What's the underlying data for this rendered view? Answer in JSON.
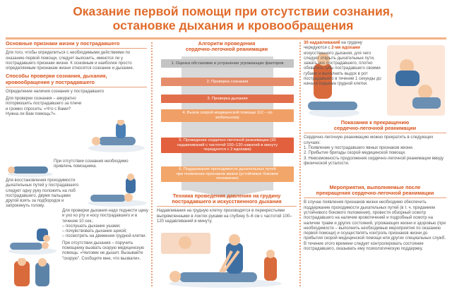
{
  "header": {
    "title_line1": "Оказание первой помощи при отсутствии сознания,",
    "title_line2": "остановке дыхания и кровообращения"
  },
  "col1": {
    "s1_title": "Основные признаки жизни у пострадавшего",
    "s1_text": "Для того, чтобы определиться с необходимыми действиями по оказанию первой помощи, следует выяснить, имеются ли у пострадавшего признаки жизни. К основным и наиболее просто определяемым признакам жизни относятся сознание и дыхание.",
    "s2_title": "Способы проверки сознания, дыхания, кровообращения у пострадавшего",
    "s2_sub": "Определение наличия сознания у пострадавшего",
    "s2_text": "Для проверки сознания – аккуратно потормошить пострадавшего за плечи и громко спросить: «Что с Вами? Нужна ли Вам помощь?».",
    "s2_note": "При отсутствии сознания необходимо привлечь помощника.",
    "s3_text": "Для восстановления проходимости дыхательных путей у пострадавшего следует одну руку положить на лоб пострадавшего, двумя пальцами другой взять за подбородок и запрокинуть голову.",
    "s4_text": "Для проверки дыхания надо поднести щеку и ухо ко рту и носу пострадавшего и в течение 10 сек.:",
    "s4_items": [
      "– послушать дыхание ушами;",
      "– почувствовать дыхание щекой;",
      "– посмотреть на движения грудной клетки."
    ],
    "s4_text2": "При отсутствии дыхания – поручить помощнику вызвать скорую медицинскую помощь: «Человек не дышит. Вызывайте \"скорую\". Сообщите мне, что вызвали»."
  },
  "col2": {
    "s1_title_line1": "Алгоритм проведения",
    "s1_title_line2": "сердечно-легочной реанимации",
    "steps": [
      "1. Оценка обстановки и устранение угрожающих факторов",
      "2. Проверка сознания",
      "3. Проверка дыхания",
      "4. Вызов скорой медицинской помощи 112 – по мобильному",
      "5. Проведение сердечно-легочной реанимации (30 надавливаний с частотой 100–120 нажатий в минуту чередуются с 2 вдохами)",
      "6. Поддержание проходимости дыхательных путей при появлении признаков жизни (устойчивое боковое положение)"
    ],
    "s2_title_line1": "Техника проведения давления на грудину",
    "s2_title_line2": "пострадавшего и искусственного дыхания",
    "s2_text": "Надавливания на грудную клетку производятся в перекрестьями выпрямленными в локтях руками на глубину 5–6 см с частотой 100–120 надавливаний в минуту."
  },
  "col3": {
    "s1_text_bold": "30 надавливаний",
    "s1_text_a": "на грудину чередуются с",
    "s1_text_bold2": "2-мя вдохами",
    "s1_text_b": "искусственного дыхания, для чего следует открыть дыхательные пути, зажать нос пострадавшего, плотно обхватить губы пострадавшего своими губами и выполнить выдох в рот пострадавшего в течение 1 секунды до начала подъема грудной клетки.",
    "s2_title_line1": "Показания к прекращению",
    "s2_title_line2": "сердечно-легочной реанимации",
    "s2_text": "Сердечно-легочную реанимацию можно прекратить в следующих случаях:",
    "s2_items": [
      "1. Появление у пострадавшего явных признаков жизни.",
      "2. Прибытие бригады скорой медицинской помощи.",
      "3. Невозможность продолжения сердечно-легочной реанимации ввиду физической усталости."
    ],
    "s3_title_line1": "Мероприятия, выполняемые после",
    "s3_title_line2": "прекращения сердечно-легочной реанимации",
    "s3_text": "В случае появления признаков жизни необходимо обеспечить поддержание проходимости дыхательных путей (в т. ч. приданием устойчивого бокового положения), провести обзорный осмотр пострадавшего на наличие кровотечений и подробный осмотр на наличие травм и других состояний, угрожающих жизни и здоровью (при необходимости – выполнить необходимые мероприятия по оказанию первой помощи) и осуществлять контроль признаков жизни до прибытия скорой медицинской помощи или других специальных служб. В течение этого времени следует контролировать состояние пострадавшего, оказывать ему психологическую поддержку."
  }
}
